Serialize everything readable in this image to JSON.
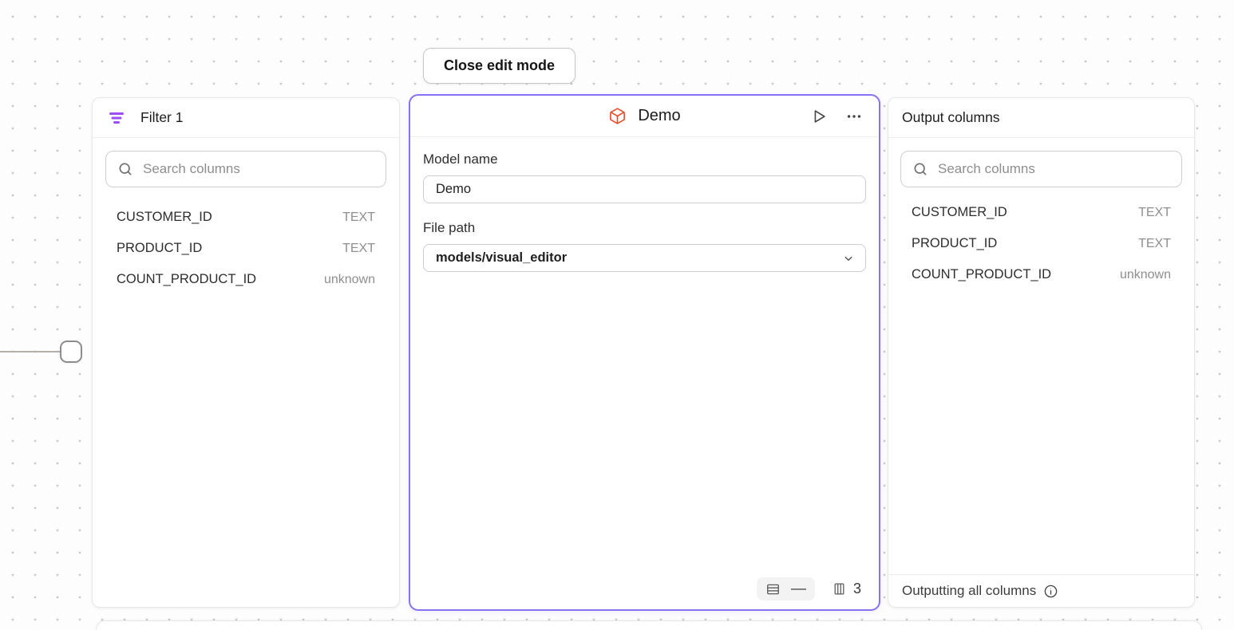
{
  "colors": {
    "accent_purple": "#8672f2",
    "filter_icon_purple": "#9d4ef2",
    "model_icon_orange": "#e4502e"
  },
  "toolbar": {
    "close_button_label": "Close edit mode"
  },
  "filter_panel": {
    "title": "Filter 1",
    "search_placeholder": "Search columns",
    "columns": [
      {
        "name": "CUSTOMER_ID",
        "type": "TEXT"
      },
      {
        "name": "PRODUCT_ID",
        "type": "TEXT"
      },
      {
        "name": "COUNT_PRODUCT_ID",
        "type": "unknown"
      }
    ]
  },
  "model_panel": {
    "title": "Demo",
    "model_name": {
      "label": "Model name",
      "value": "Demo"
    },
    "file_path": {
      "label": "File path",
      "value": "models/visual_editor"
    },
    "footer": {
      "row_count": "—",
      "column_count": "3"
    }
  },
  "output_panel": {
    "title": "Output columns",
    "search_placeholder": "Search columns",
    "columns": [
      {
        "name": "CUSTOMER_ID",
        "type": "TEXT"
      },
      {
        "name": "PRODUCT_ID",
        "type": "TEXT"
      },
      {
        "name": "COUNT_PRODUCT_ID",
        "type": "unknown"
      }
    ],
    "footer_text": "Outputting all columns"
  }
}
